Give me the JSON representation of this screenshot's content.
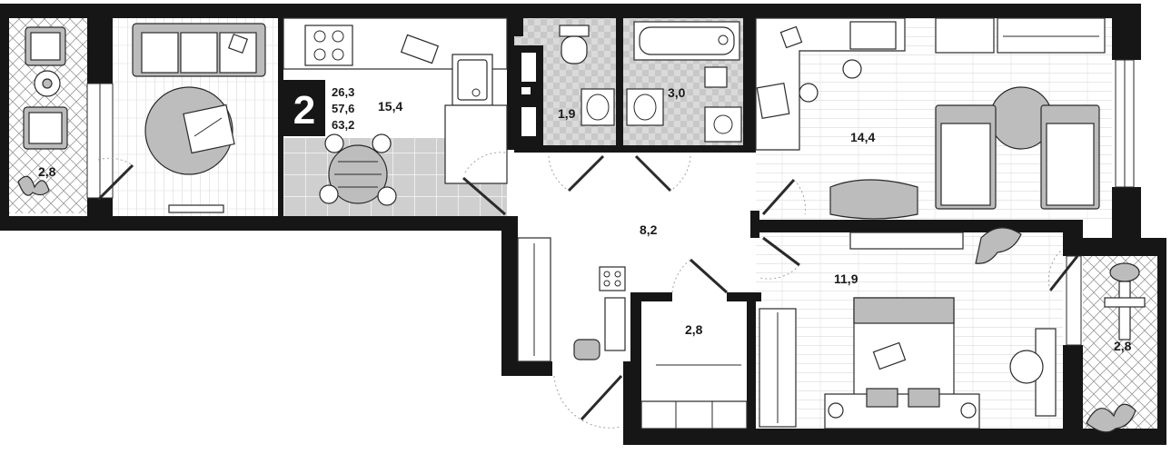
{
  "badge": {
    "number": "2"
  },
  "areas_summary": [
    "26,3",
    "57,6",
    "63,2"
  ],
  "rooms": {
    "balcony_left": "2,8",
    "kitchen": "15,4",
    "toilet": "1,9",
    "bathroom": "3,0",
    "room_right_top": "14,4",
    "hallway": "8,2",
    "closet": "2,8",
    "room_right_bottom": "11,9",
    "balcony_right": "2,8"
  },
  "colors": {
    "wall": "#161616",
    "tile": "#cfcfcf",
    "tile_dark": "#b9b9b9",
    "floor_line": "#c9c9c9",
    "badge": "#161616"
  }
}
